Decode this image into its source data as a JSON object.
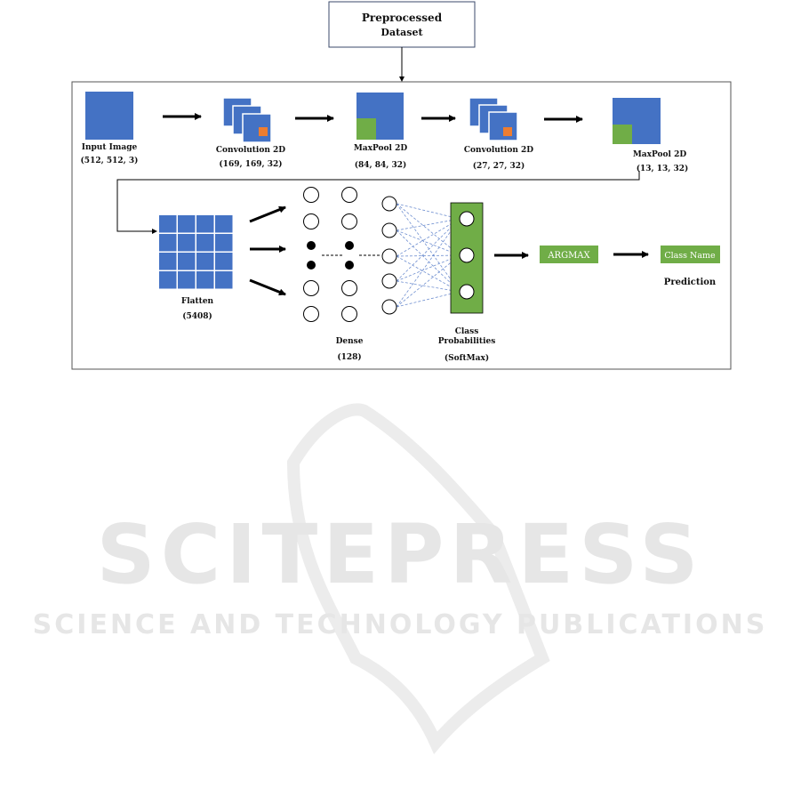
{
  "header": {
    "title_line1": "Preprocessed",
    "title_line2": "Dataset"
  },
  "layers": {
    "input": {
      "name": "Input Image",
      "shape": "(512, 512, 3)"
    },
    "conv1": {
      "name": "Convolution 2D",
      "shape": "(169, 169, 32)"
    },
    "pool1": {
      "name": "MaxPool 2D",
      "shape": "(84, 84, 32)"
    },
    "conv2": {
      "name": "Convolution 2D",
      "shape": "(27, 27, 32)"
    },
    "pool2": {
      "name": "MaxPool 2D",
      "shape": "(13, 13, 32)"
    },
    "flatten": {
      "name": "Flatten",
      "shape": "(5408)"
    },
    "dense": {
      "name": "Dense",
      "shape": "(128)"
    },
    "softmax": {
      "name_line1": "Class",
      "name_line2": "Probabilities",
      "shape": "(SoftMax)"
    }
  },
  "argmax": {
    "label": "ARGMAX"
  },
  "output": {
    "label": "Class Name",
    "caption": "Prediction"
  },
  "watermark": {
    "big": "SCITEPRESS",
    "small": "SCIENCE AND TECHNOLOGY PUBLICATIONS"
  },
  "colors": {
    "blue": "#4472c4",
    "green": "#70ad47",
    "orange": "#ed7d31",
    "arrow": "#000000",
    "watermark": "#e6e6e6"
  }
}
